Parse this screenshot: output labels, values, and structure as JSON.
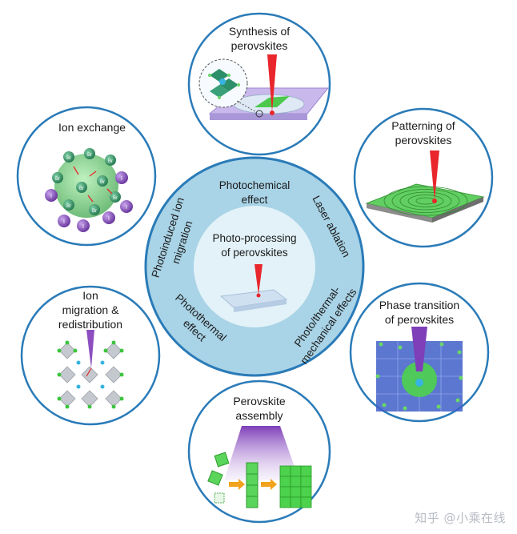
{
  "center": {
    "title_line1": "Photo-processing",
    "title_line2": "of perovskites",
    "effects": {
      "photochemical_line1": "Photochemical",
      "photochemical_line2": "effect",
      "laser_ablation": "Laser ablation",
      "photoinduced_line1": "Photoinduced ion",
      "photoinduced_line2": "migration",
      "photothermal_line1": "Photothermal",
      "photothermal_line2": "effect",
      "photothermal_mech_line1": "Photo/thermal-",
      "photothermal_mech_line2": "mechanical effects"
    }
  },
  "satellites": {
    "synthesis": [
      "Synthesis of",
      "perovskites"
    ],
    "patterning": [
      "Patterning of",
      "perovskites"
    ],
    "phase": [
      "Phase transition",
      "of perovskites"
    ],
    "assembly": [
      "Perovskite",
      "assembly"
    ],
    "ion_migration": [
      "Ion",
      "migration &",
      "redistribution"
    ],
    "ion_exchange": [
      "Ion exchange"
    ]
  },
  "ion_labels": {
    "br": "Br",
    "i": "I"
  },
  "colors": {
    "ring": "#2a7bb8",
    "center_fill": "#a9d3e6",
    "inner_disc": "#e2f2f8",
    "laser": "#e8262b",
    "green": "#3cc43c",
    "purple": "#8d4fc0"
  },
  "watermark": "知乎 @小乘在线"
}
